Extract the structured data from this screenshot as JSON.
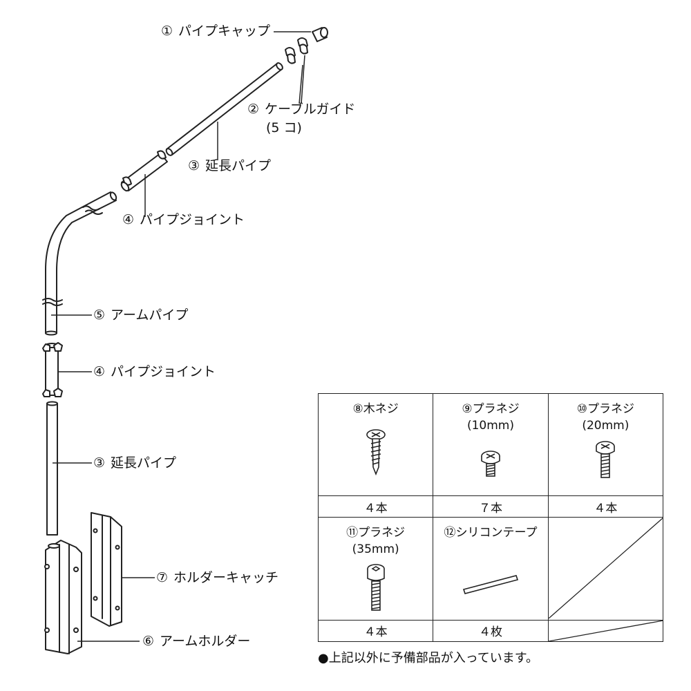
{
  "labels": {
    "l1": {
      "num": "①",
      "text": "パイプキャップ"
    },
    "l2": {
      "num": "②",
      "text": "ケーブルガイド",
      "sub": "(5 コ)"
    },
    "l3a": {
      "num": "③",
      "text": "延長パイプ"
    },
    "l4a": {
      "num": "④",
      "text": "パイプジョイント"
    },
    "l5": {
      "num": "⑤",
      "text": "アームパイプ"
    },
    "l4b": {
      "num": "④",
      "text": "パイプジョイント"
    },
    "l3b": {
      "num": "③",
      "text": "延長パイプ"
    },
    "l7": {
      "num": "⑦",
      "text": "ホルダーキャッチ"
    },
    "l6": {
      "num": "⑥",
      "text": "アームホルダー"
    }
  },
  "parts_table": {
    "p8": {
      "name": "⑧木ネジ",
      "spec": "",
      "count": "４本",
      "icon": "wood-screw-icon"
    },
    "p9": {
      "name": "⑨プラネジ",
      "spec": "(10mm)",
      "count": "７本",
      "icon": "phillips-screw-short-icon"
    },
    "p10": {
      "name": "⑩プラネジ",
      "spec": "(20mm)",
      "count": "４本",
      "icon": "phillips-screw-medium-icon"
    },
    "p11": {
      "name": "⑪プラネジ",
      "spec": "(35mm)",
      "count": "４本",
      "icon": "hex-socket-screw-icon"
    },
    "p12": {
      "name": "⑫シリコンテープ",
      "spec": "",
      "count": "４枚",
      "icon": "silicone-tape-icon"
    }
  },
  "note": "●上記以外に予備部品が入っています。"
}
